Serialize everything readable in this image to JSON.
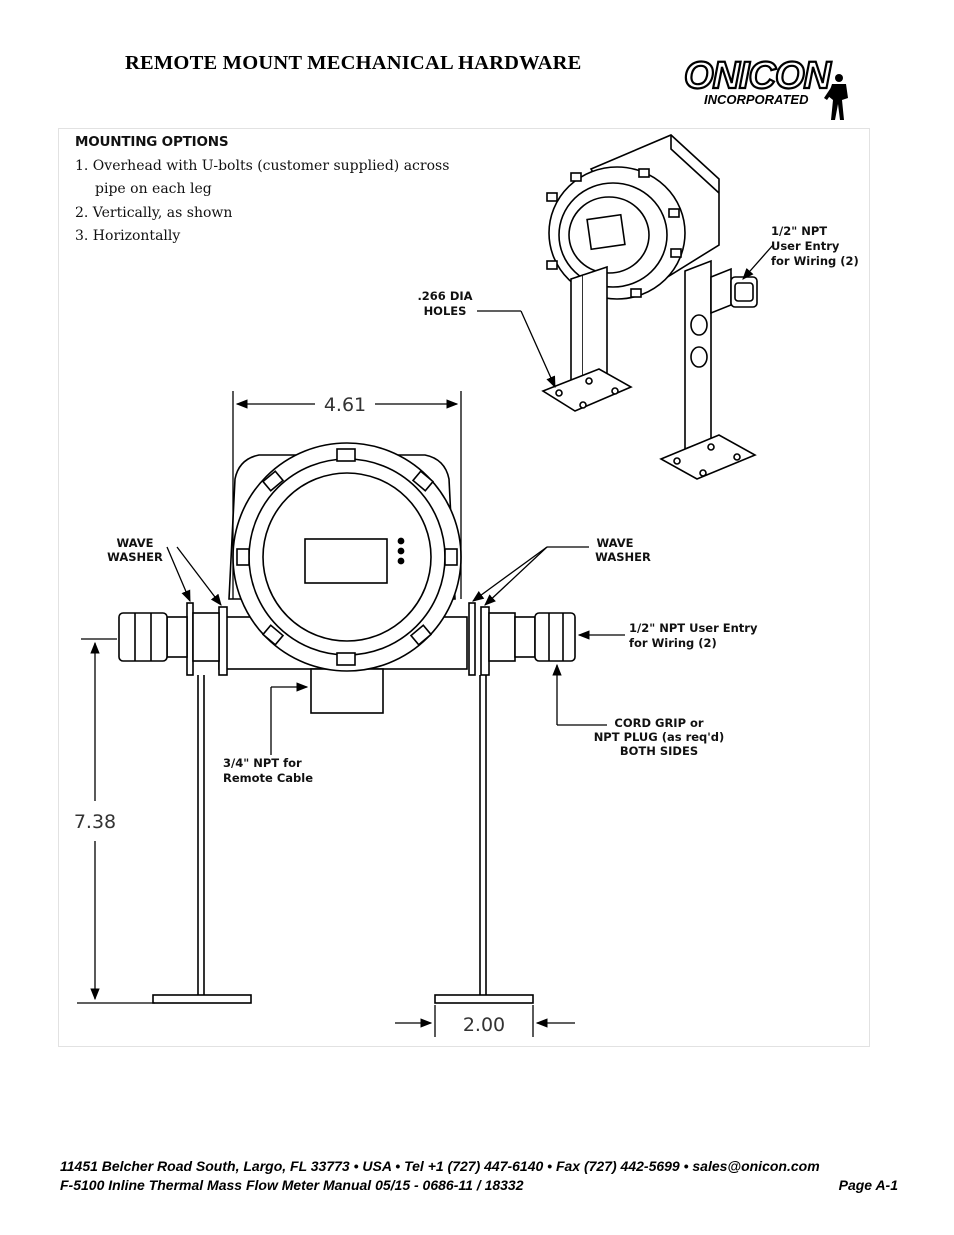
{
  "header": {
    "title": "REMOTE MOUNT MECHANICAL HARDWARE",
    "logo_text": "ONICON",
    "logo_subtext": "INCORPORATED"
  },
  "mounting_options": {
    "heading": "MOUNTING OPTIONS",
    "items": [
      "1.  Overhead with U-bolts (customer supplied) across pipe on each leg",
      "2.  Vertically, as shown",
      "3.  Horizontally"
    ]
  },
  "callouts": {
    "npt_user_entry_top": [
      "1/2\" NPT",
      "User Entry",
      "for Wiring (2)"
    ],
    "dia_holes": [
      ".266 DIA",
      "HOLES"
    ],
    "wave_washer_left": [
      "WAVE",
      "WASHER"
    ],
    "wave_washer_right": [
      "WAVE",
      "WASHER"
    ],
    "npt_user_entry_right": [
      "1/2\" NPT User Entry",
      "for Wiring (2)"
    ],
    "cord_grip": [
      "CORD GRIP or",
      "NPT PLUG (as req'd)",
      "BOTH SIDES"
    ],
    "remote_cable": [
      "3/4\" NPT for",
      "Remote Cable"
    ]
  },
  "dimensions": {
    "width": "4.61",
    "height": "7.38",
    "foot": "2.00"
  },
  "footer": {
    "address": "11451 Belcher Road South, Largo, FL 33773 • USA • Tel +1 (727) 447-6140 • Fax (727) 442-5699 • sales@onicon.com",
    "manual": "F-5100 Inline Thermal Mass Flow Meter Manual 05/15 - 0686-11 / 18332",
    "page": "Page    A-1"
  }
}
